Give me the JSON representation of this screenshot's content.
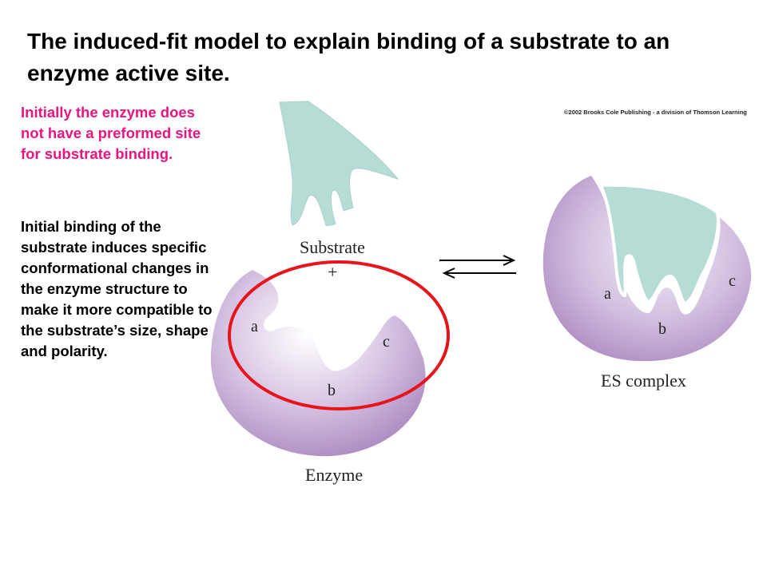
{
  "title": "The induced-fit model to explain binding of a substrate to an enzyme active site.",
  "notes": {
    "pink": "Initially the enzyme does not have a preformed site for substrate binding.",
    "black": "Initial binding of the substrate induces specific conformational changes in the enzyme structure to make it more compatible to the substrate’s size, shape and polarity."
  },
  "diagram": {
    "substrate_label": "Substrate",
    "plus": "+",
    "enzyme_label": "Enzyme",
    "complex_label": "ES complex",
    "site_a": "a",
    "site_b": "b",
    "site_c": "c",
    "copyright": "©2002 Brooks Cole Publishing - a division of Thomson Learning"
  },
  "colors": {
    "enzyme": "#b693c8",
    "substrate": "#b6dcd6",
    "highlight": "#e8141c",
    "pink_text": "#e8157f"
  }
}
